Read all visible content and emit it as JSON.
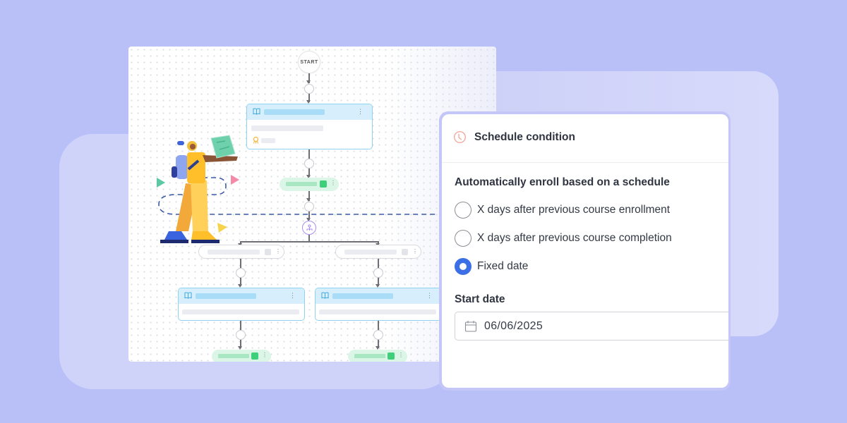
{
  "diagram": {
    "start_label": "START",
    "colors": {
      "course_border": "#8fd2f0",
      "course_header": "#d7effc",
      "condition_green": "#3ecf7a",
      "split_purple": "#a98ef0",
      "connector": "#6e6e75"
    }
  },
  "modal": {
    "title": "Schedule condition",
    "title_icon": "clock-icon",
    "section_label": "Automatically enroll based on a schedule",
    "options": [
      {
        "label": "X days after previous course enrollment",
        "checked": false
      },
      {
        "label": "X days after previous course completion",
        "checked": false
      },
      {
        "label": "Fixed date",
        "checked": true
      }
    ],
    "start_date": {
      "label": "Start date",
      "value": "06/06/2025",
      "icon": "calendar-icon"
    },
    "colors": {
      "accent": "#3a6fe6",
      "clock_icon": "#f2a093",
      "text": "#2f3541"
    }
  },
  "background": {
    "base": "#b9c0f8",
    "panel": "#cfd3fa"
  }
}
